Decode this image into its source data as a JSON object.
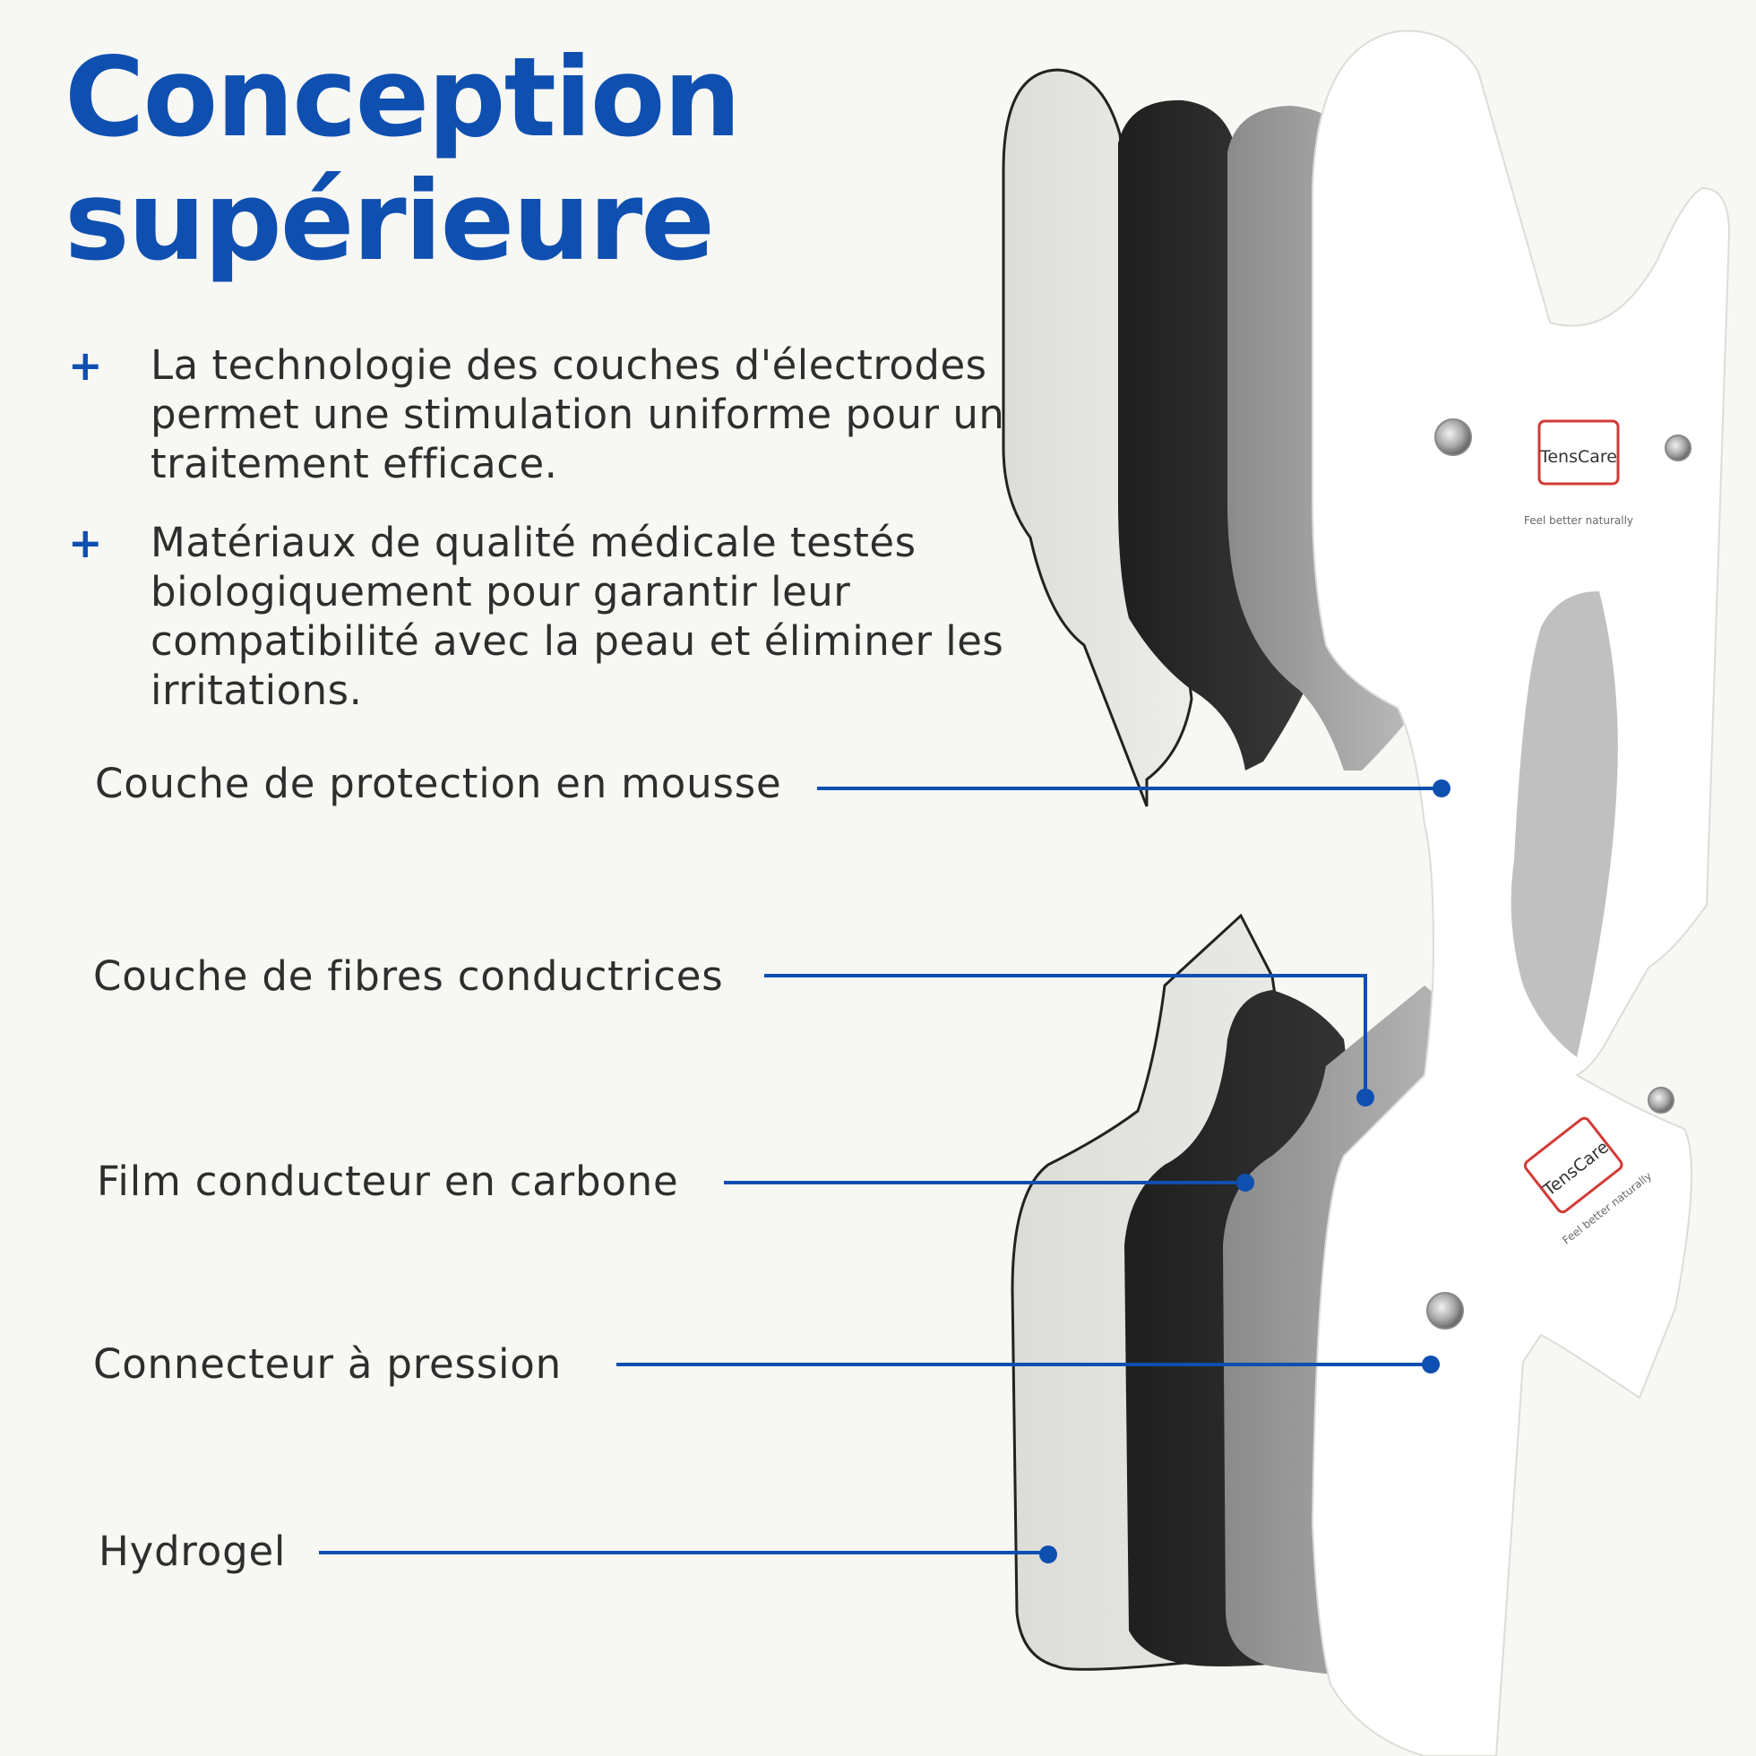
{
  "title": {
    "line1": "Conception",
    "line2": "supérieure"
  },
  "bullets": [
    {
      "icon": "plus-icon",
      "text": "La technologie des couches d'électrodes permet une stimulation uniforme pour un traitement efficace."
    },
    {
      "icon": "plus-icon",
      "text": "Matériaux de qualité médicale testés biologiquement pour garantir leur compatibilité avec la peau et éliminer les irritations."
    }
  ],
  "labels": {
    "foam": "Couche de protection en mousse",
    "fiber": "Couche de fibres conductrices",
    "carbon": "Film conducteur en carbone",
    "snap": "Connecteur à pression",
    "hydrogel": "Hydrogel"
  },
  "brand": {
    "logo": "TensCare",
    "tagline": "Feel better naturally"
  },
  "colors": {
    "accent": "#0f4fb0",
    "text": "#2e2e2e",
    "background": "#f7f7f4"
  }
}
